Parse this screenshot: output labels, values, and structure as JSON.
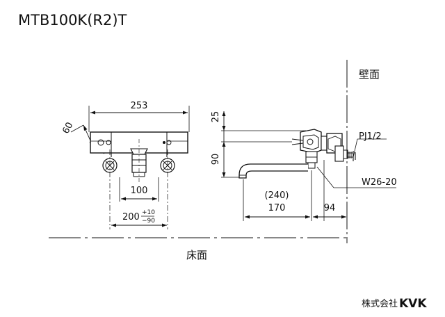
{
  "title": "MTB100K(R2)T",
  "labels": {
    "wall": "壁面",
    "floor": "床面",
    "pj": "PJ1/2",
    "w": "W26-20"
  },
  "dims": {
    "width_253": "253",
    "depth_60": "60",
    "pitch_100": "100",
    "span_main": "200",
    "span_tol_plus": "+10",
    "span_tol_minus": "−90",
    "height_25": "25",
    "height_90": "90",
    "reach_240": "(240)",
    "reach_170": "170",
    "wall_94": "94"
  },
  "brand": {
    "prefix": "株式会社",
    "logo": "KVK"
  }
}
